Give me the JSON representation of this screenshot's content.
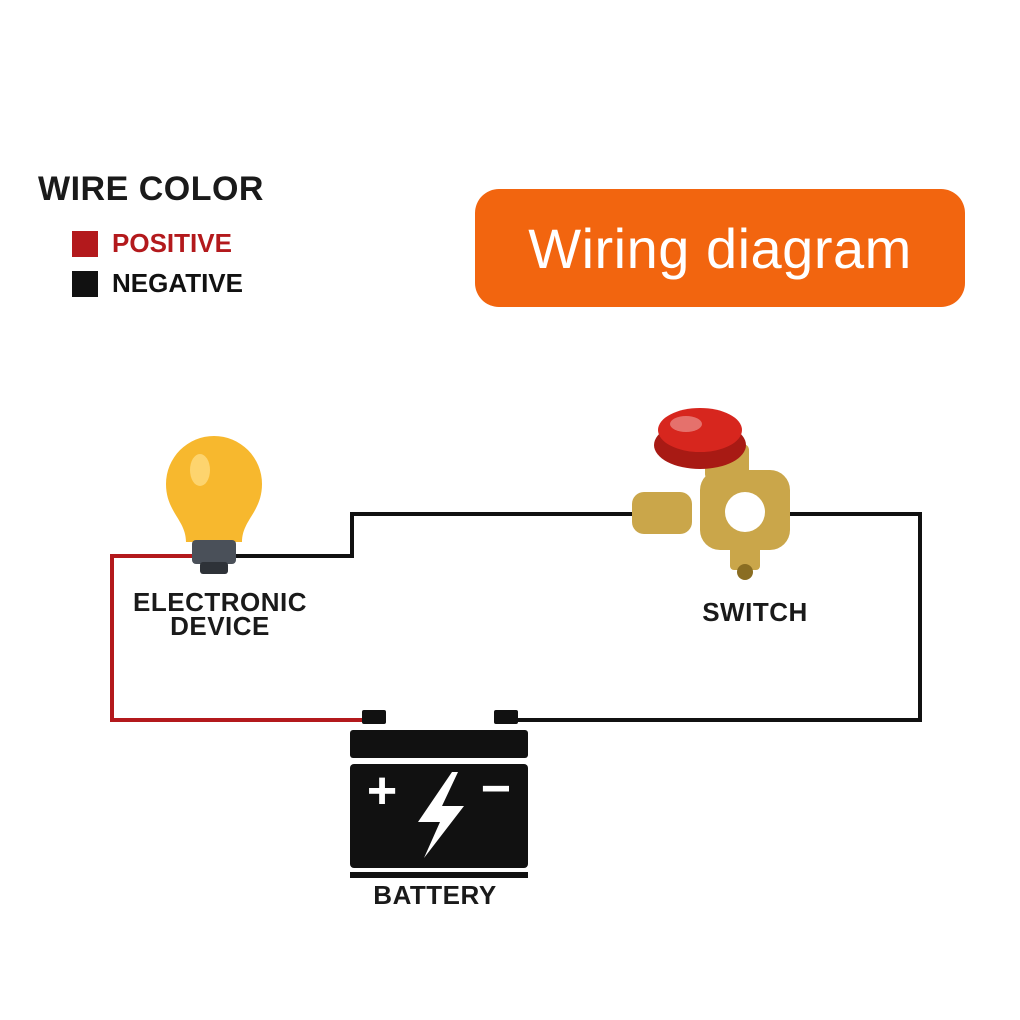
{
  "legend": {
    "title": "WIRE COLOR",
    "positive_label": "POSITIVE",
    "negative_label": "NEGATIVE"
  },
  "title": "Wiring diagram",
  "components": {
    "device_line1": "ELECTRONIC",
    "device_line2": "DEVICE",
    "switch": "SWITCH",
    "battery": "BATTERY",
    "battery_plus": "+",
    "battery_minus": "−"
  },
  "colors": {
    "positive_wire": "#b3191c",
    "negative_wire": "#111111",
    "title_badge": "#f2650f",
    "bulb": "#f7b82e",
    "bulb_base": "#4a5059",
    "switch_knob": "#d7261e",
    "switch_brass": "#caa64a",
    "battery_body": "#111111"
  },
  "icons": {
    "device": "light-bulb-icon",
    "switch": "battery-disconnect-switch-icon",
    "battery": "battery-icon",
    "bolt": "lightning-bolt-icon"
  }
}
